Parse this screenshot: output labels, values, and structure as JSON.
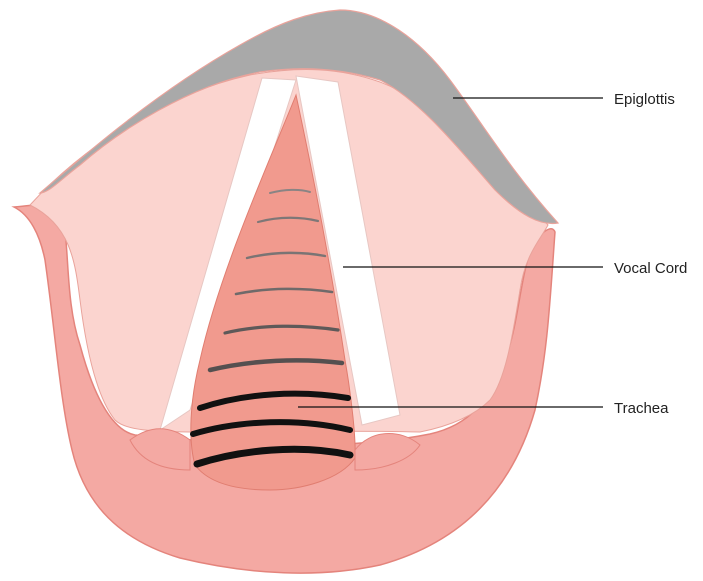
{
  "labels": {
    "epiglottis": "Epiglottis",
    "vocal_cord": "Vocal Cord",
    "trachea": "Trachea"
  },
  "colors": {
    "outer_tissue": "#f4a9a3",
    "outer_edge": "#e4847c",
    "inner_tissue": "#fbd4cf",
    "epiglottis": "#a9a9a9",
    "trachea": "#f19a8e",
    "trachea_edge": "#e07d70",
    "vocal_cord": "#ffffff",
    "ring_light": "#7e7777",
    "ring_mid": "#555050",
    "ring_dark": "#111111",
    "leader_line": "#111111"
  }
}
